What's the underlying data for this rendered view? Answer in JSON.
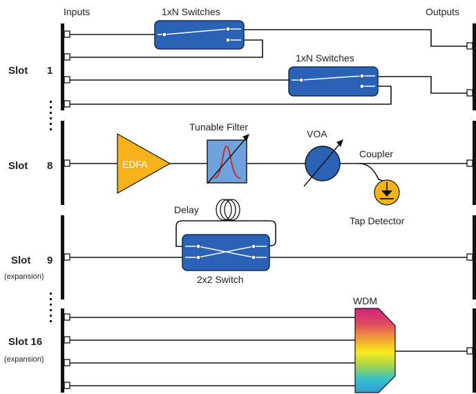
{
  "headers": {
    "inputs": "Inputs",
    "outputs": "Outputs"
  },
  "slots": [
    {
      "name": "Slot",
      "num": "1",
      "sub": ""
    },
    {
      "name": "Slot",
      "num": "8",
      "sub": ""
    },
    {
      "name": "Slot",
      "num": "9",
      "sub": "(expansion)"
    },
    {
      "name": "Slot 16",
      "num": "",
      "sub": "(expansion)"
    }
  ],
  "components": {
    "switch1_label": "1xN Switches",
    "switch2_label": "1xN Switches",
    "filter_label": "Tunable Filter",
    "voa_label": "VOA",
    "coupler_label": "Coupler",
    "edfa_label": "EDFA",
    "detector_label": "Tap Detector",
    "delay_label": "Delay",
    "switch2x2_label": "2x2 Switch",
    "wdm_label": "WDM"
  },
  "colors": {
    "switch_blue": "#2a63b5",
    "edfa_orange": "#f5b21b",
    "filter_blue": "#6fa3de",
    "detector_yellow": "#f5b21b"
  }
}
